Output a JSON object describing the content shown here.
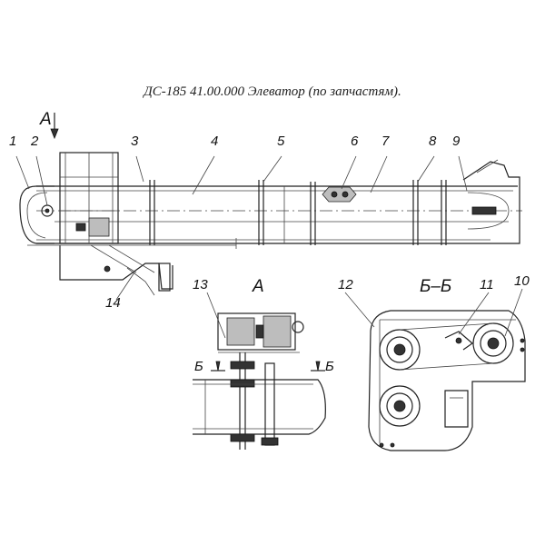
{
  "title": "ДС-185 41.00.000  Элеватор (по запчастям).",
  "view_label": "А",
  "view_arrow_label": "А",
  "section_label": "Б–Б",
  "section_mark_left": "Б",
  "section_mark_right": "Б",
  "callouts": [
    "1",
    "2",
    "3",
    "4",
    "5",
    "6",
    "7",
    "8",
    "9",
    "10",
    "11",
    "12",
    "13",
    "14"
  ]
}
